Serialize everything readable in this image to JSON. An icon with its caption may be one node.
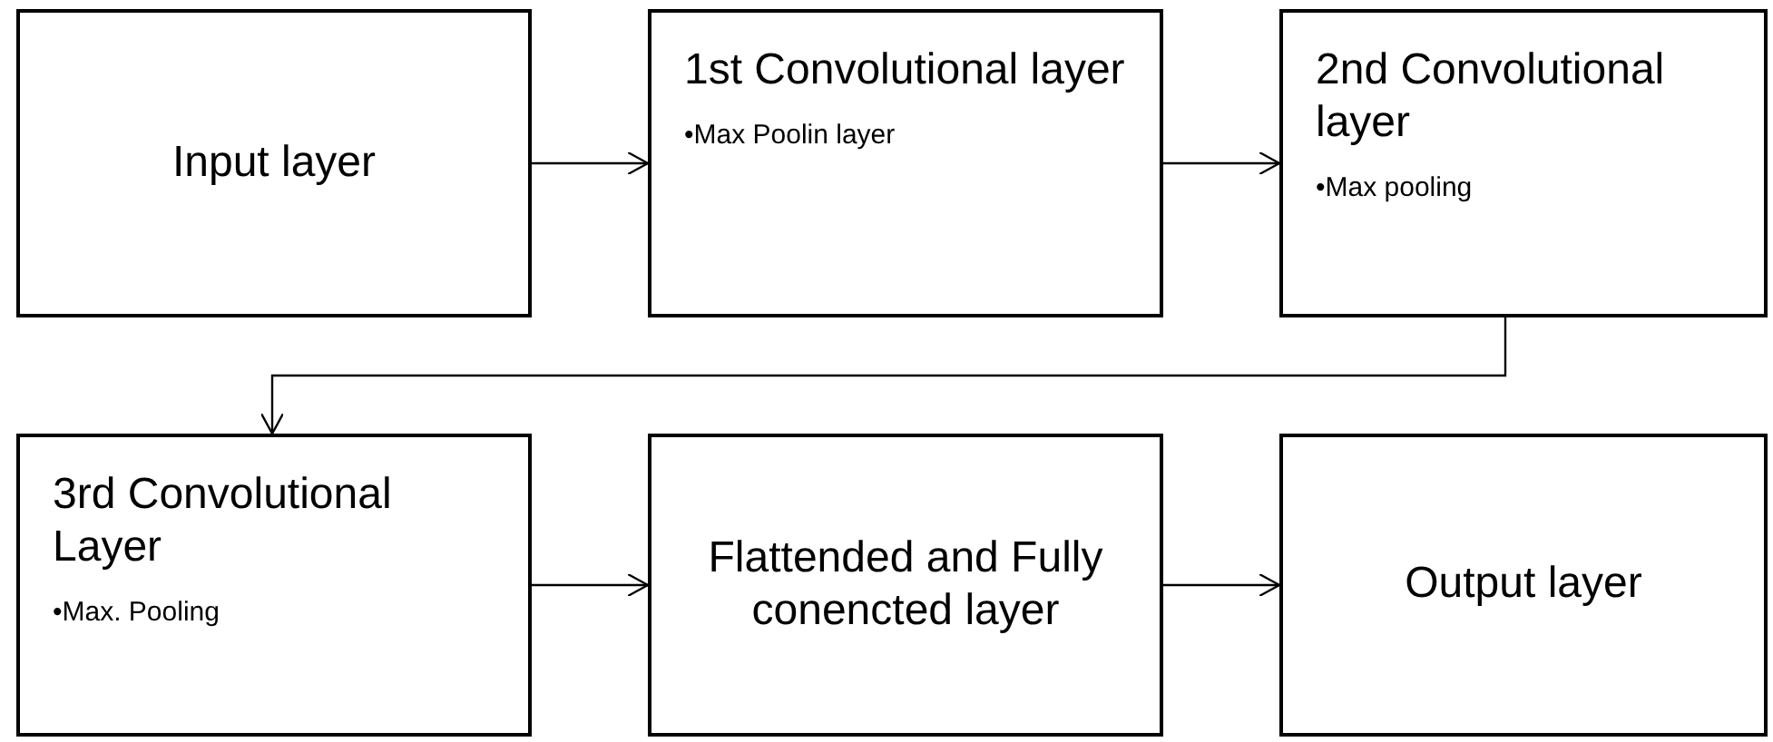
{
  "diagram": {
    "nodes": [
      {
        "text": [
          "Input layer"
        ]
      },
      {
        "text": [
          "1st Convolutional layer",
          "•Max Poolin layer"
        ]
      },
      {
        "text": [
          "2nd Convolutional layer",
          "•Max pooling"
        ]
      },
      {
        "text": [
          "3rd Convolutional Layer",
          "•Max. Pooling"
        ]
      },
      {
        "text": [
          "Flattended and Fully conencted layer"
        ]
      },
      {
        "text": [
          "Output layer"
        ]
      }
    ],
    "edges": [
      {
        "from": 0,
        "to": 1,
        "arrow": "to"
      },
      {
        "from": 1,
        "to": 2,
        "arrow": "to"
      },
      {
        "from": 2,
        "to": 3,
        "arrow": "to"
      },
      {
        "from": 3,
        "to": 4,
        "arrow": "to"
      },
      {
        "from": 4,
        "to": 5,
        "arrow": "to"
      }
    ]
  }
}
